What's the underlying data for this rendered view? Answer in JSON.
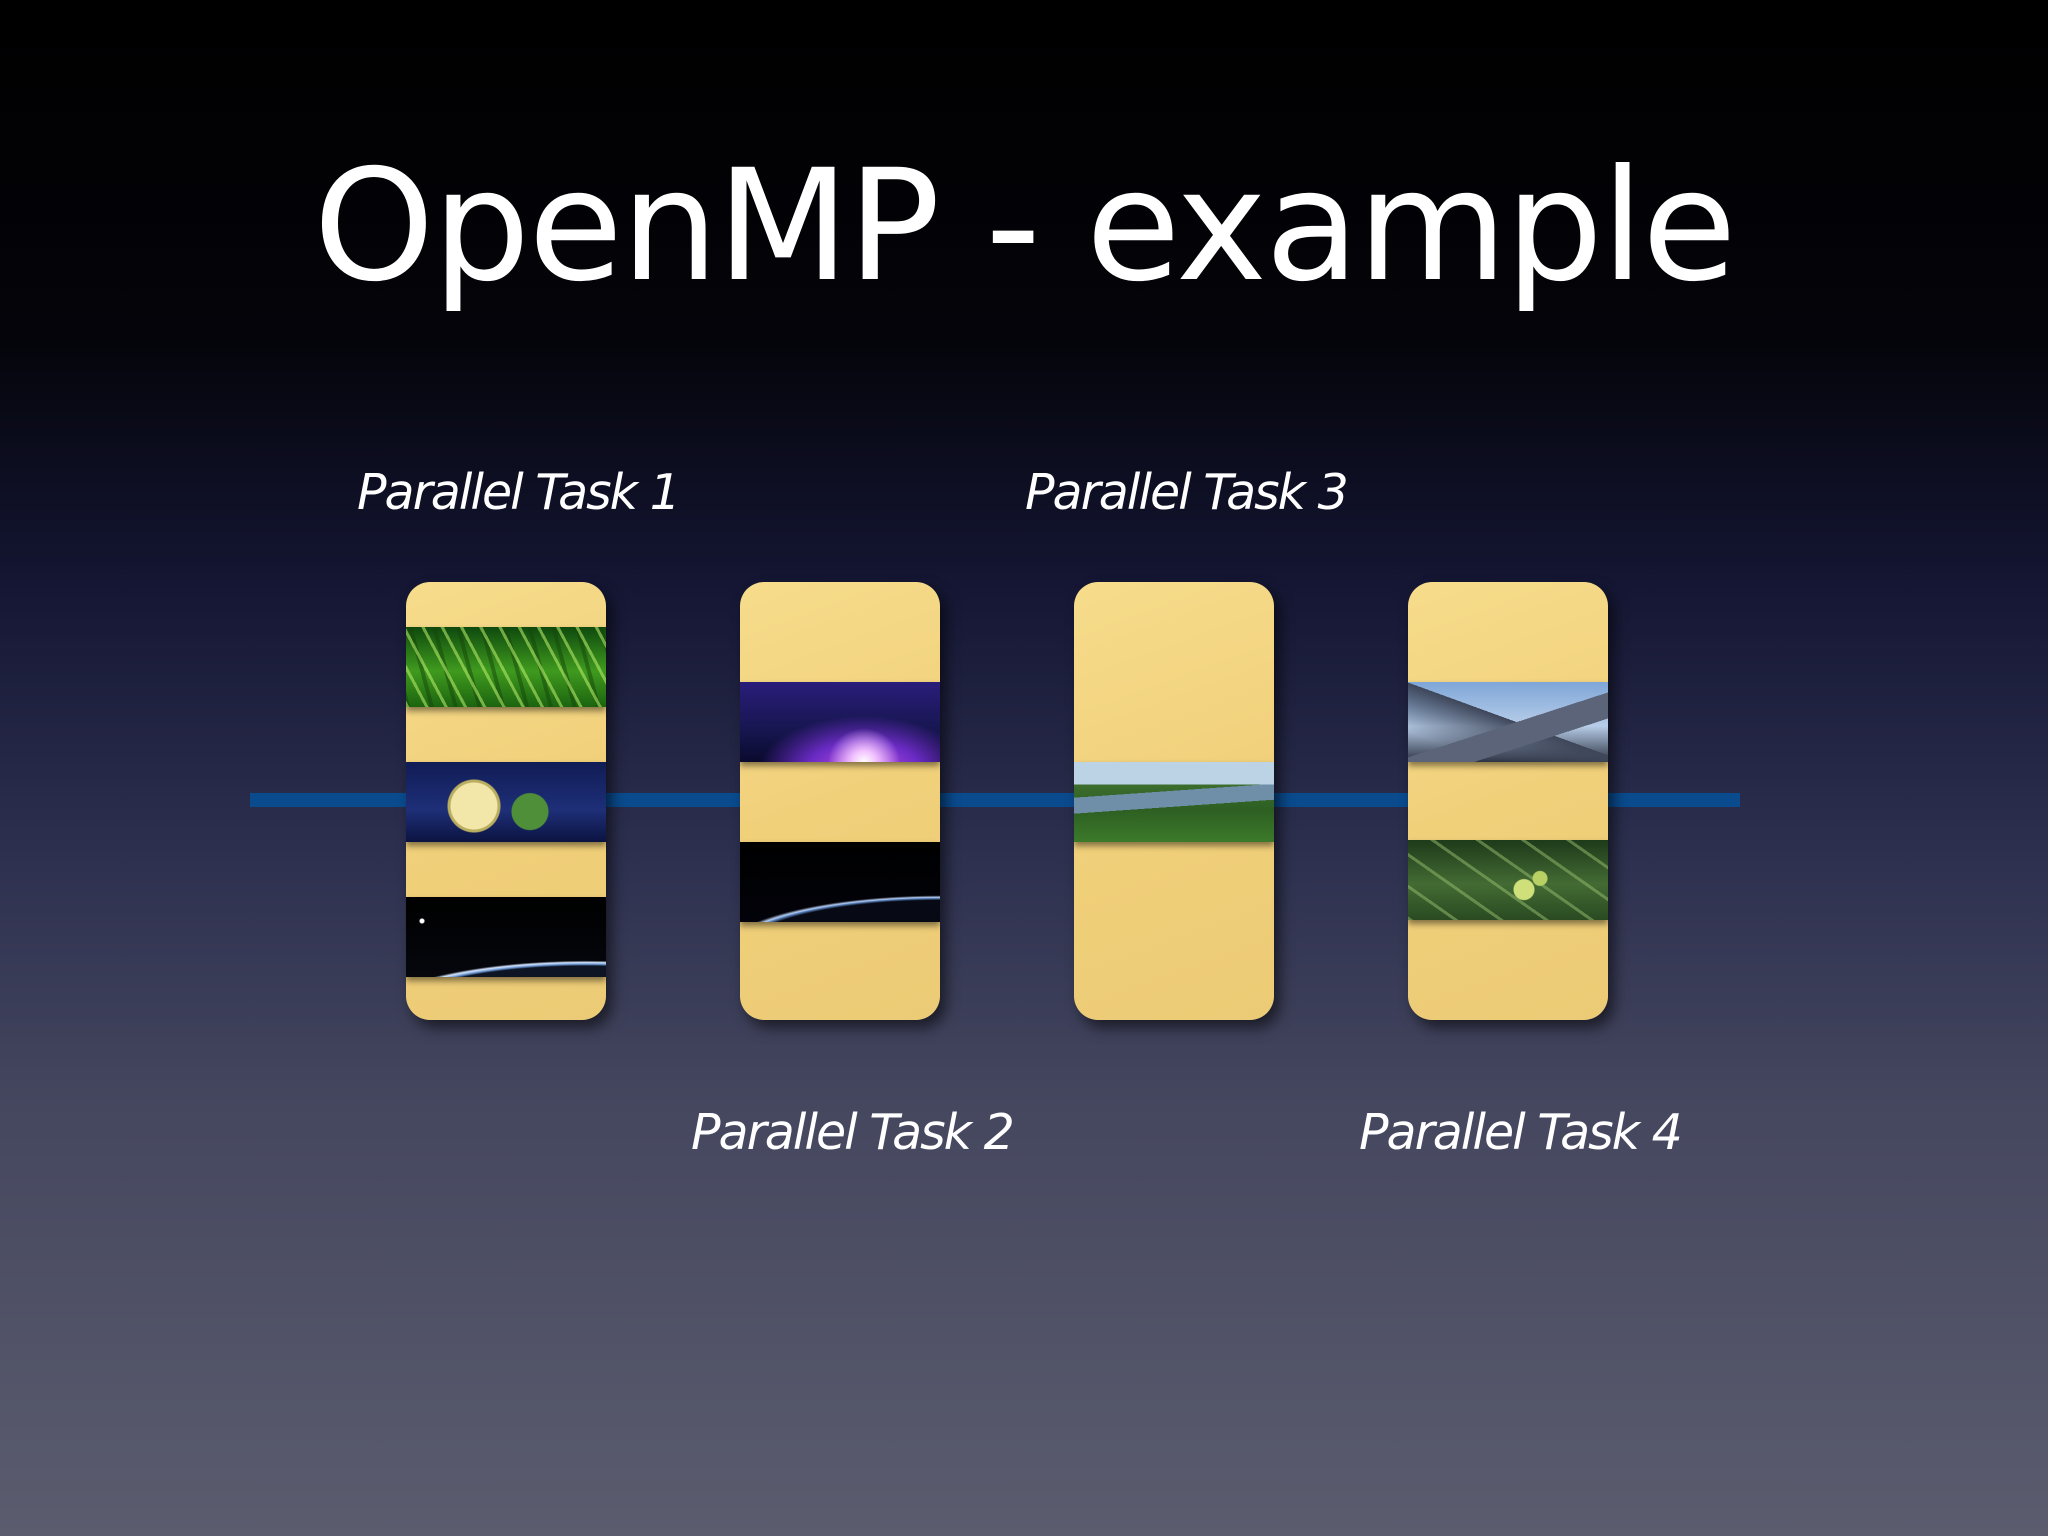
{
  "slide": {
    "title": "OpenMP - example"
  },
  "tasks": [
    {
      "label": "Parallel Task 1"
    },
    {
      "label": "Parallel Task 2"
    },
    {
      "label": "Parallel Task 3"
    },
    {
      "label": "Parallel Task 4"
    }
  ],
  "colors": {
    "card": "#f3d581",
    "timeline": "#0a4b8e",
    "title_text": "#ffffff"
  }
}
